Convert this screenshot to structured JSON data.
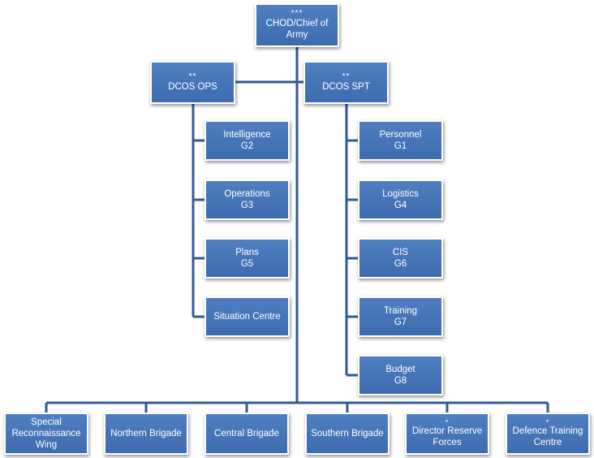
{
  "colors": {
    "box": "#4472b8",
    "line": "#2f5b96",
    "text": "#ffffff"
  },
  "top": {
    "rank": "***",
    "title": "CHOD/Chief of Army"
  },
  "deputies": {
    "ops": {
      "rank": "**",
      "title": "DCOS OPS"
    },
    "spt": {
      "rank": "**",
      "title": "DCOS SPT"
    }
  },
  "ops_branches": [
    {
      "name": "Intelligence",
      "code": "G2"
    },
    {
      "name": "Operations",
      "code": "G3"
    },
    {
      "name": "Plans",
      "code": "G5"
    },
    {
      "name": "Situation Centre",
      "code": ""
    }
  ],
  "spt_branches": [
    {
      "name": "Personnel",
      "code": "G1"
    },
    {
      "name": "Logistics",
      "code": "G4"
    },
    {
      "name": "CIS",
      "code": "G6"
    },
    {
      "name": "Training",
      "code": "G7"
    },
    {
      "name": "Budget",
      "code": "G8"
    }
  ],
  "units": [
    {
      "rank": "",
      "name": "Special Reconnaissance Wing"
    },
    {
      "rank": "",
      "name": "Northern Brigade"
    },
    {
      "rank": "",
      "name": "Central Brigade"
    },
    {
      "rank": "",
      "name": "Southern Brigade"
    },
    {
      "rank": "*",
      "name": "Director Reserve Forces"
    },
    {
      "rank": "*",
      "name": "Defence Training Centre"
    }
  ]
}
